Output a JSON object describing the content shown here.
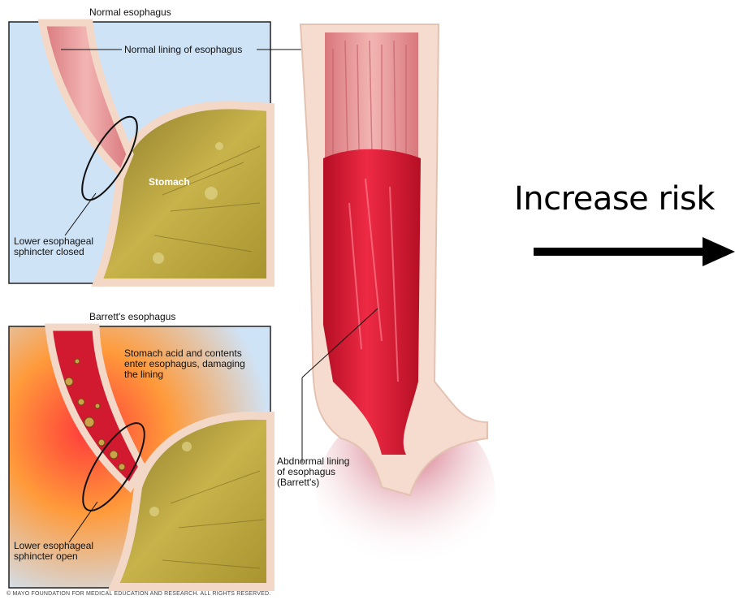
{
  "panels": {
    "normal": {
      "title": "Normal esophagus",
      "lining_label": "Normal lining of esophagus",
      "stomach_label": "Stomach",
      "sphincter_label_line1": "Lower esophageal",
      "sphincter_label_line2": "sphincter closed"
    },
    "barretts": {
      "title": "Barrett's esophagus",
      "acid_line1": "Stomach acid and contents",
      "acid_line2": "enter esophagus, damaging",
      "acid_line3": "the lining",
      "sphincter_label_line1": "Lower esophageal",
      "sphincter_label_line2": "sphincter open"
    }
  },
  "large": {
    "abnormal_line1": "Abdnormal lining",
    "abnormal_line2": "of esophagus",
    "abnormal_line3": "(Barrett's)"
  },
  "risk": {
    "label": "Increase risk"
  },
  "copyright": "© MAYO FOUNDATION FOR MEDICAL EDUCATION AND RESEARCH. ALL RIGHTS RESERVED.",
  "colors": {
    "panel_bg": "#cfe3f7",
    "stomach": "#b39a3a",
    "lining_normal": "#e79a9a",
    "lining_abnormal": "#d4182f",
    "wall": "#f6dccf"
  }
}
